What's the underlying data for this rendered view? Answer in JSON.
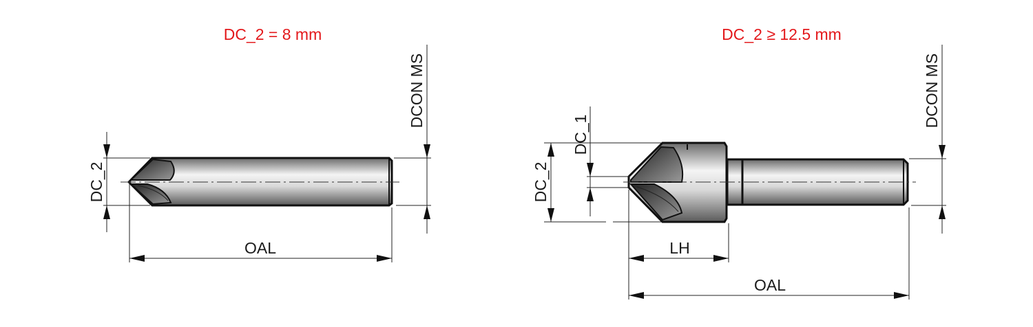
{
  "left_variant": {
    "title": "DC_2 = 8 mm",
    "labels": {
      "dc2": "DC_2",
      "dcon": "DCON MS",
      "oal": "OAL"
    }
  },
  "right_variant": {
    "title": "DC_2 ≥ 12.5 mm",
    "labels": {
      "dc1": "DC_1",
      "dc2": "DC_2",
      "dcon": "DCON MS",
      "lh": "LH",
      "oal": "OAL"
    }
  },
  "colors": {
    "title": "#e3181b",
    "line": "#111111"
  }
}
